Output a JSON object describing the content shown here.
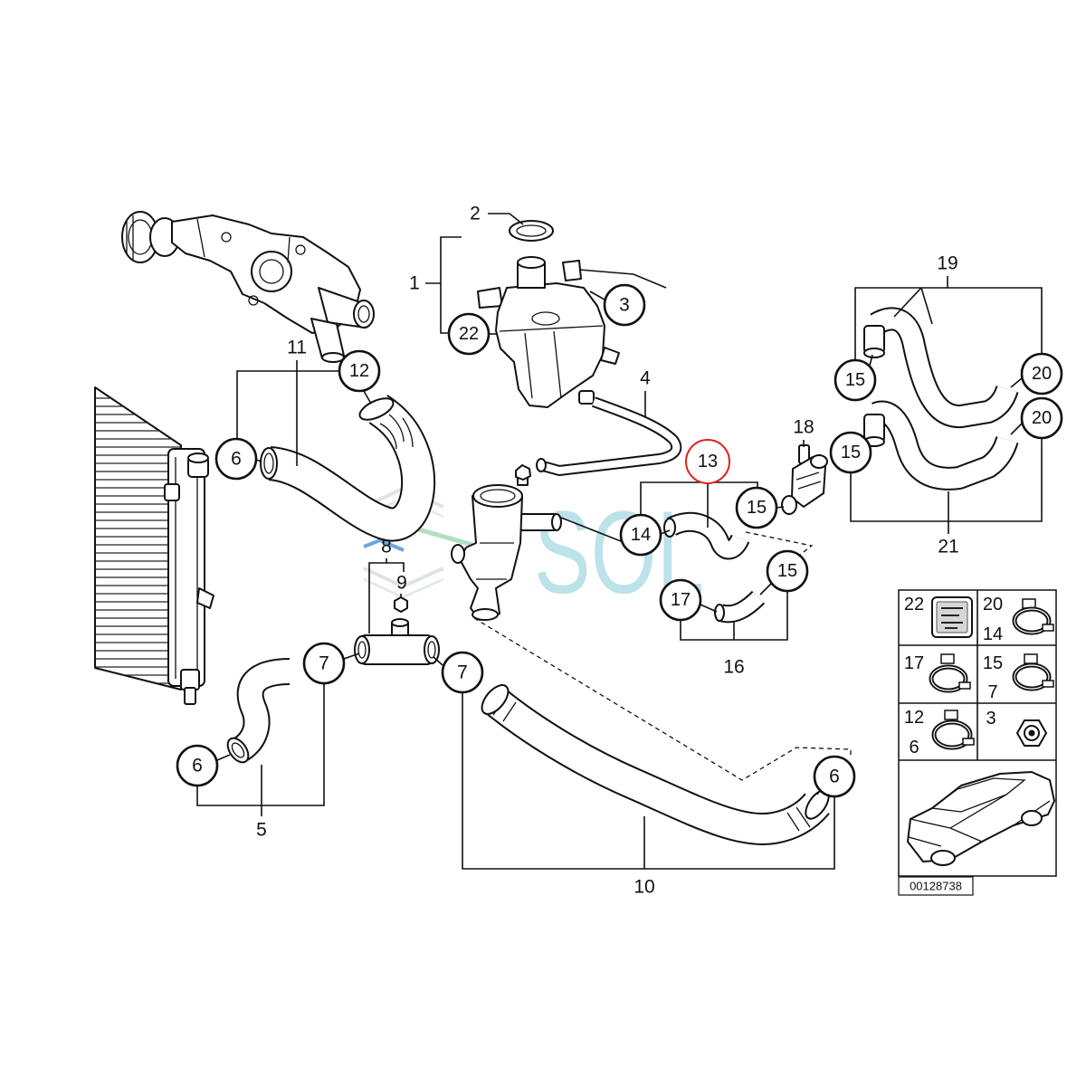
{
  "callouts": [
    "2",
    "1",
    "3",
    "22",
    "4",
    "11",
    "12",
    "6",
    "13",
    "18",
    "19",
    "15",
    "20",
    "20",
    "15",
    "21",
    "15",
    "14",
    "15",
    "17",
    "16",
    "8",
    "9",
    "7",
    "7",
    "6",
    "5",
    "6",
    "10"
  ],
  "legend": {
    "cells": [
      {
        "labels": [
          "22"
        ]
      },
      {
        "labels": [
          "20",
          "14"
        ]
      },
      {
        "labels": [
          "17"
        ]
      },
      {
        "labels": [
          "15",
          "7"
        ]
      },
      {
        "labels": [
          "12",
          "6"
        ]
      },
      {
        "labels": [
          "3"
        ]
      }
    ]
  },
  "diagram_id": "00128738",
  "watermark": "SOL",
  "colors": {
    "line": "#111111",
    "highlight": "#e0201c",
    "watermark": "#a6d9e3",
    "background": "#ffffff"
  },
  "icons": [
    "water-pump-icon",
    "radiator-icon",
    "expansion-tank-icon",
    "thermostat-housing-icon",
    "valve-icon",
    "t-piece-icon",
    "hose-clamp-icon",
    "nut-icon",
    "label-sticker-icon",
    "car-icon"
  ]
}
